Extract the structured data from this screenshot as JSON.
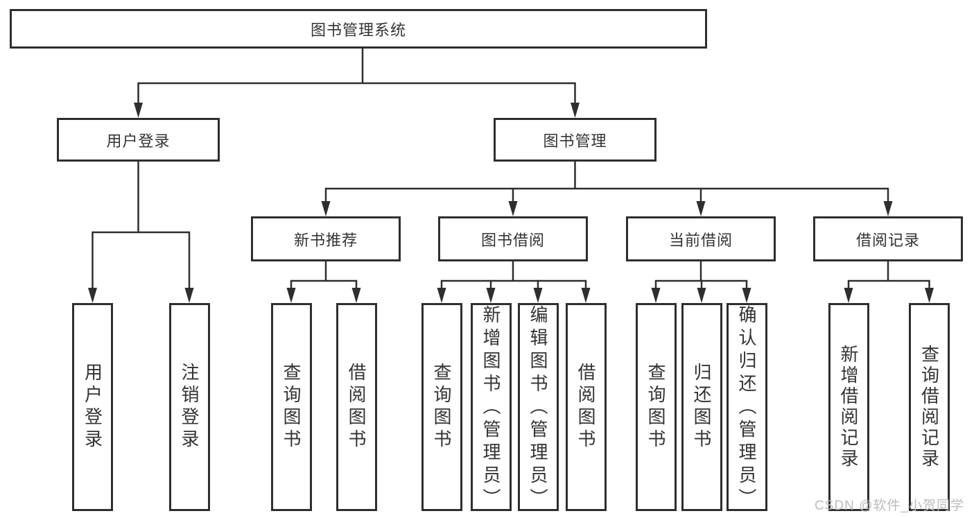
{
  "diagram": {
    "title_node": "图书管理系统",
    "level2": [
      {
        "label": "用户登录"
      },
      {
        "label": "图书管理"
      }
    ],
    "level3": [
      {
        "label": "新书推荐"
      },
      {
        "label": "图书借阅"
      },
      {
        "label": "当前借阅"
      },
      {
        "label": "借阅记录"
      }
    ],
    "leaves": [
      {
        "label": "用户登录"
      },
      {
        "label": "注销登录"
      },
      {
        "label": "查询图书"
      },
      {
        "label": "借阅图书"
      },
      {
        "label": "查询图书"
      },
      {
        "label": "新增图书（管理员）"
      },
      {
        "label": "编辑图书（管理员）"
      },
      {
        "label": "借阅图书"
      },
      {
        "label": "查询图书"
      },
      {
        "label": "归还图书"
      },
      {
        "label": "确认归还（管理员）"
      },
      {
        "label": "新增借阅记录"
      },
      {
        "label": "查询借阅记录"
      }
    ],
    "tree": {
      "label": "图书管理系统",
      "children": [
        {
          "label": "用户登录",
          "children": [
            {
              "label": "用户登录"
            },
            {
              "label": "注销登录"
            }
          ]
        },
        {
          "label": "图书管理",
          "children": [
            {
              "label": "新书推荐",
              "children": [
                {
                  "label": "查询图书"
                },
                {
                  "label": "借阅图书"
                }
              ]
            },
            {
              "label": "图书借阅",
              "children": [
                {
                  "label": "查询图书"
                },
                {
                  "label": "新增图书（管理员）"
                },
                {
                  "label": "编辑图书（管理员）"
                },
                {
                  "label": "借阅图书"
                }
              ]
            },
            {
              "label": "当前借阅",
              "children": [
                {
                  "label": "查询图书"
                },
                {
                  "label": "归还图书"
                },
                {
                  "label": "确认归还（管理员）"
                }
              ]
            },
            {
              "label": "借阅记录",
              "children": [
                {
                  "label": "新增借阅记录"
                },
                {
                  "label": "查询借阅记录"
                }
              ]
            }
          ]
        }
      ]
    },
    "watermark": "CSDN @软件_小贺同学",
    "colors": {
      "line": "#2e2e2e",
      "text": "#333333",
      "watermark": "#bcbcbc",
      "background": "#ffffff"
    }
  }
}
